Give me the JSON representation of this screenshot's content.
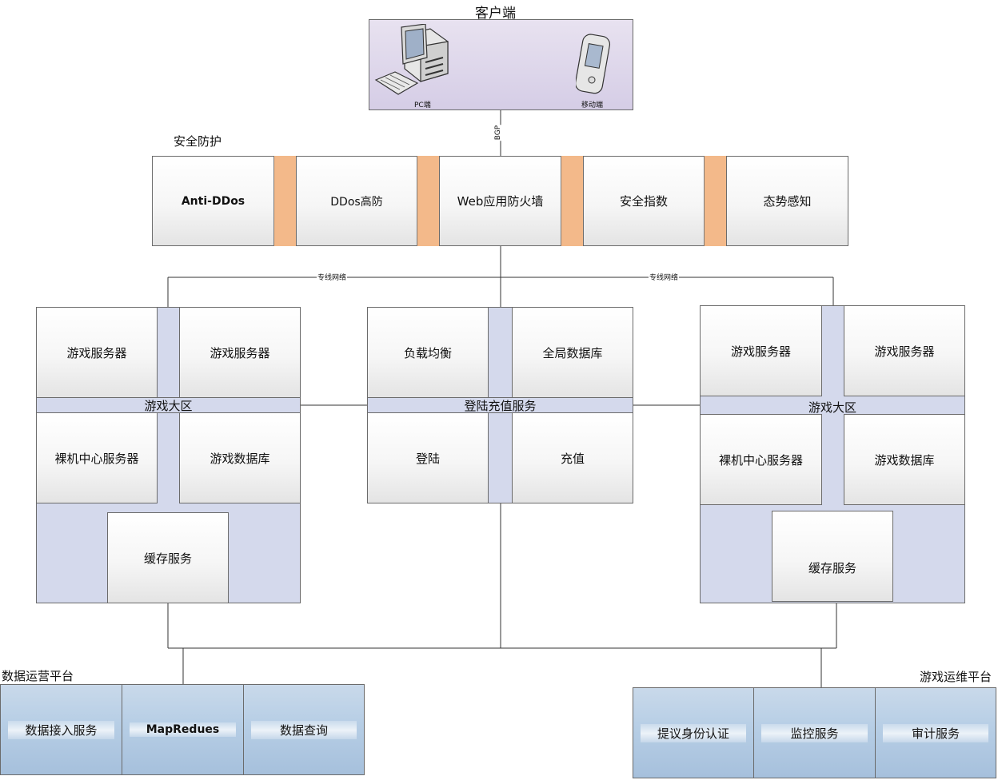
{
  "client": {
    "title": "客户端",
    "pc_label": "PC端",
    "mobile_label": "移动端",
    "link_label": "BGP"
  },
  "security": {
    "title": "安全防护",
    "items": [
      "Anti-DDos",
      "DDos高防",
      "Web应用防火墙",
      "安全指数",
      "态势感知"
    ]
  },
  "network": {
    "left_label": "专线网络",
    "right_label": "专线网络"
  },
  "left_zone": {
    "title": "游戏大区",
    "top_left": "游戏服务器",
    "top_right": "游戏服务器",
    "bottom_left": "裸机中心服务器",
    "bottom_right": "游戏数据库",
    "cache": "缓存服务"
  },
  "center_zone": {
    "title": "登陆充值服务",
    "top_left": "负载均衡",
    "top_right": "全局数据库",
    "bottom_left": "登陆",
    "bottom_right": "充值"
  },
  "right_zone": {
    "title": "游戏大区",
    "top_left": "游戏服务器",
    "top_right": "游戏服务器",
    "bottom_left": "裸机中心服务器",
    "bottom_right": "游戏数据库",
    "cache": "缓存服务"
  },
  "data_platform": {
    "title": "数据运营平台",
    "items": [
      "数据接入服务",
      "MapRedues",
      "数据查询"
    ]
  },
  "ops_platform": {
    "title": "游戏运维平台",
    "items": [
      "提议身份认证",
      "监控服务",
      "审计服务"
    ]
  }
}
